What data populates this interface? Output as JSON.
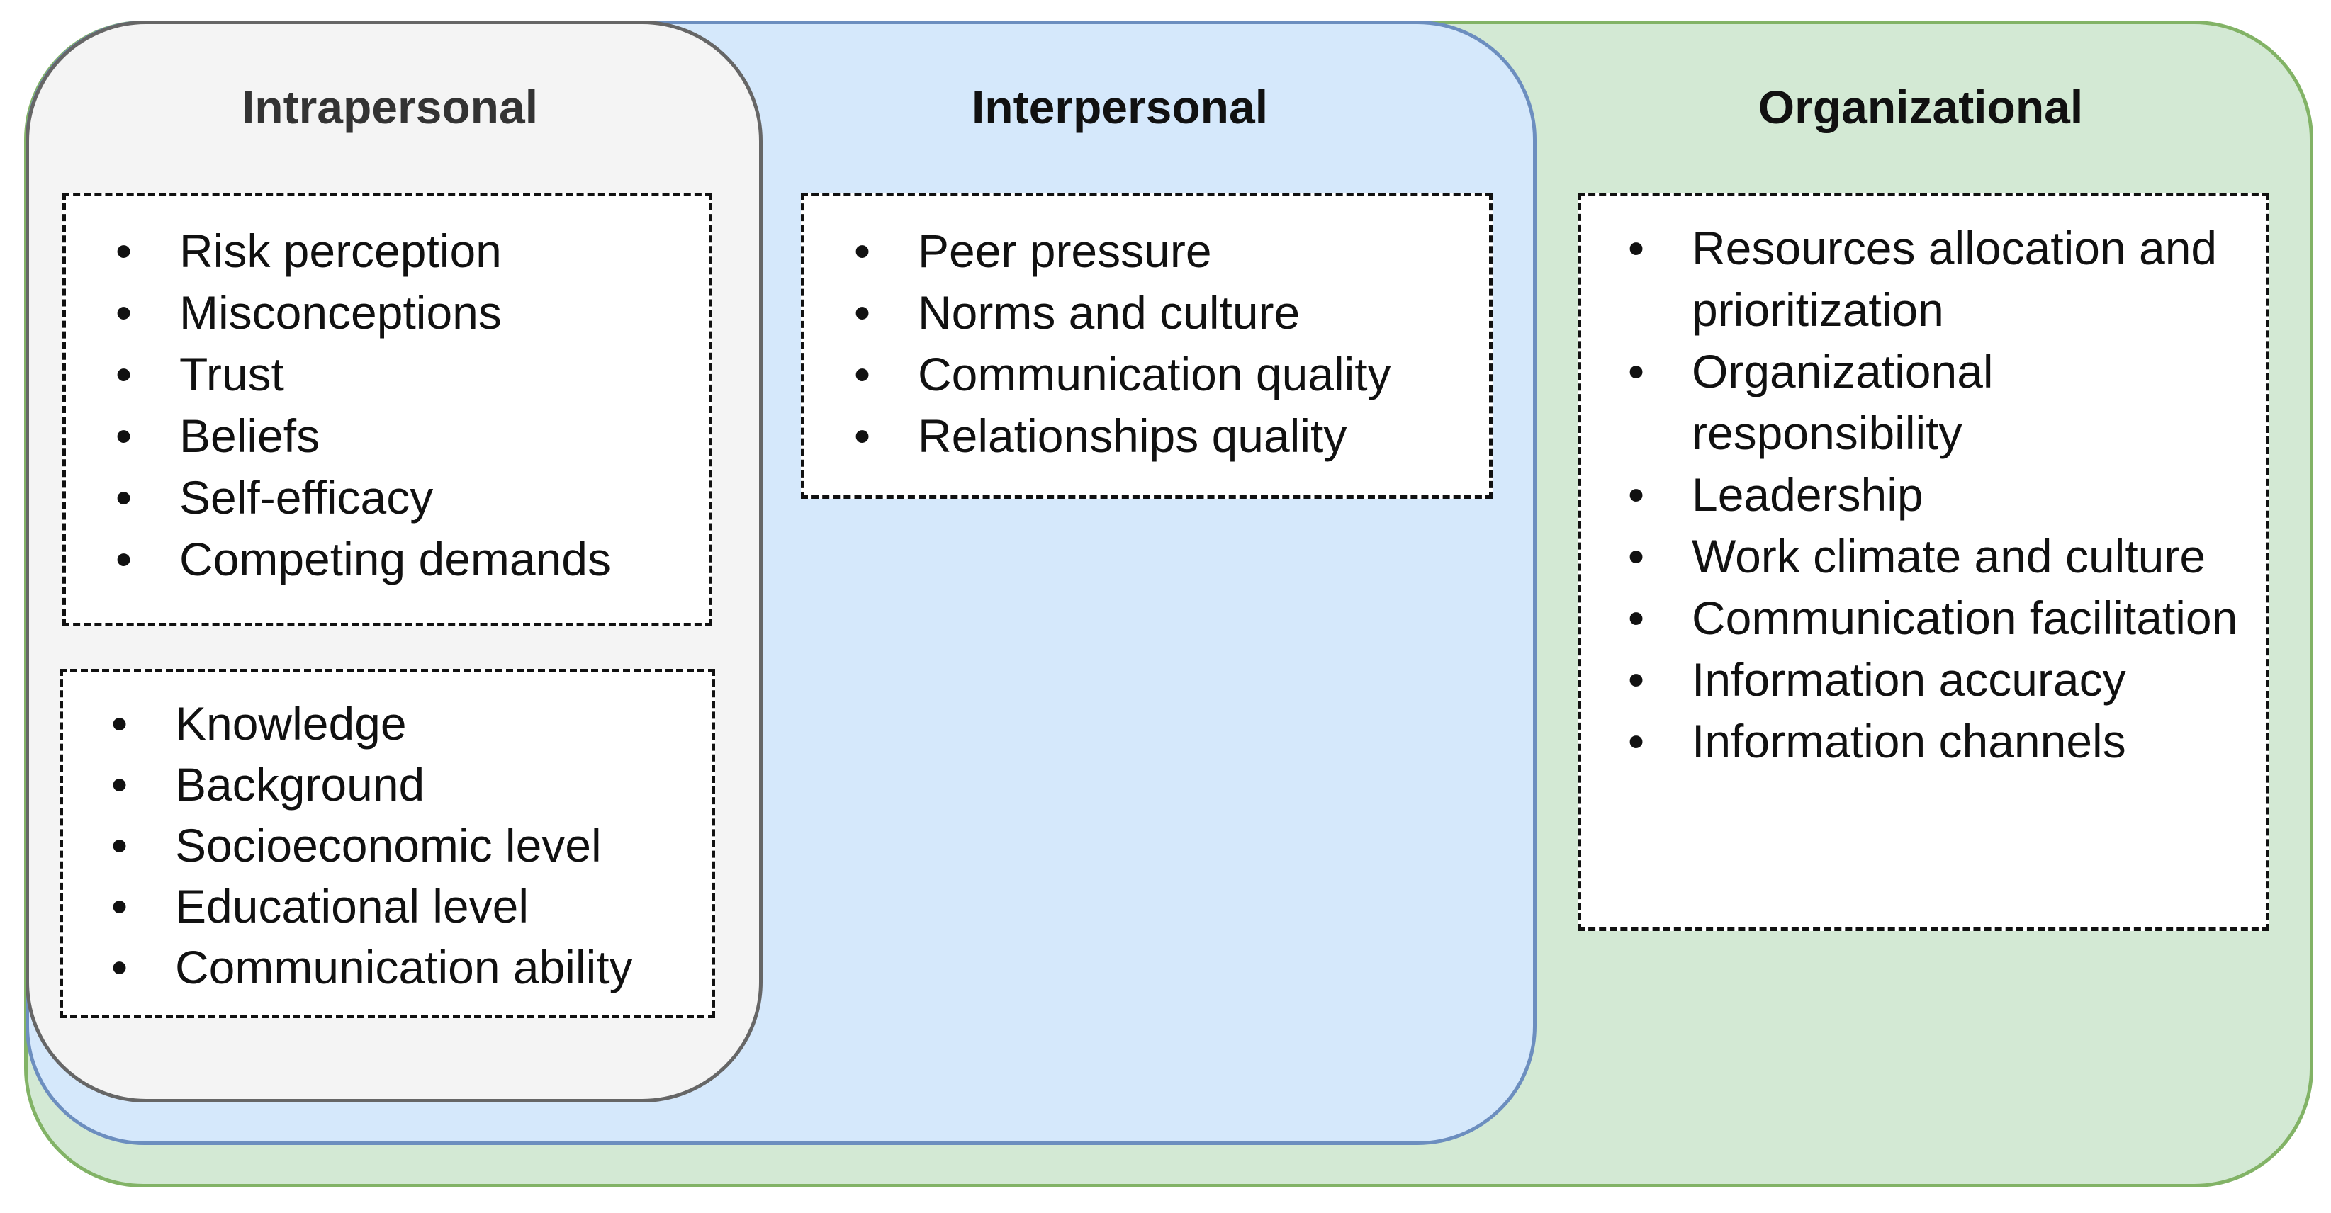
{
  "colors": {
    "intrapersonal_fill": "#f4f4f4",
    "intrapersonal_border": "#666666",
    "interpersonal_fill": "#d5e8fb",
    "interpersonal_border": "#6c8ebf",
    "organizational_fill": "#d3e9d4",
    "organizational_border": "#82b366",
    "heading_text": "#111111",
    "intrapersonal_heading_text": "#333333"
  },
  "layers": {
    "intrapersonal": {
      "title": "Intrapersonal",
      "group1": [
        "Risk perception",
        "Misconceptions",
        "Trust",
        "Beliefs",
        "Self-efficacy",
        "Competing demands"
      ],
      "group2": [
        "Knowledge",
        "Background",
        "Socioeconomic level",
        "Educational level",
        "Communication ability"
      ]
    },
    "interpersonal": {
      "title": "Interpersonal",
      "items": [
        "Peer pressure",
        "Norms and culture",
        "Communication quality",
        "Relationships quality"
      ]
    },
    "organizational": {
      "title": "Organizational",
      "items": [
        "Resources allocation and prioritization",
        "Organizational responsibility",
        "Leadership",
        "Work climate and culture",
        "Communication facilitation",
        "Information accuracy",
        "Information channels"
      ]
    }
  }
}
